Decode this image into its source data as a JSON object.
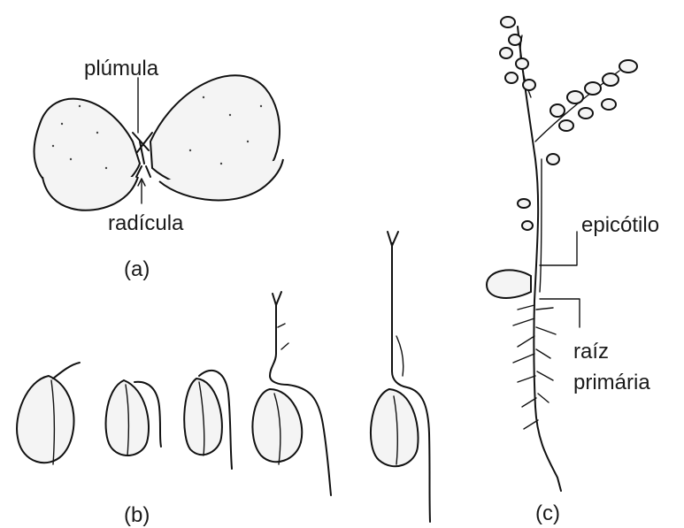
{
  "labels": {
    "plumula": "plúmula",
    "radicula": "radícula",
    "epicotilo": "epicótilo",
    "raiz_primaria_line1": "raíz",
    "raiz_primaria_line2": "primária"
  },
  "panels": {
    "a": "(a)",
    "b": "(b)",
    "c": "(c)"
  }
}
